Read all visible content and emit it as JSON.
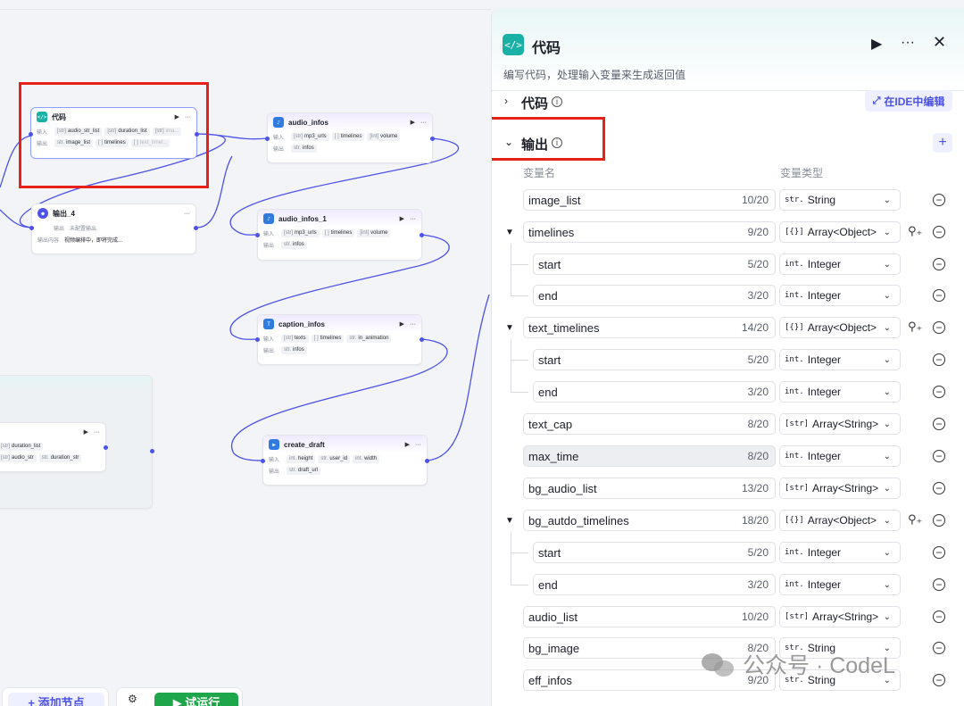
{
  "canvas": {
    "nodes": {
      "code": {
        "title": "代码",
        "in_label": "输入",
        "out_label": "输出",
        "inputs": [
          {
            "t": "[str]",
            "n": "audio_str_list"
          },
          {
            "t": "[str]",
            "n": "duration_list"
          },
          {
            "t": "[str]",
            "n": "ima..."
          }
        ],
        "outputs": [
          {
            "t": "str.",
            "n": "image_list"
          },
          {
            "t": "[ ]",
            "n": "timelines"
          },
          {
            "t": "[ ]",
            "n": "text_timel..."
          }
        ]
      },
      "output4": {
        "title": "输出_4",
        "var_label": "输出",
        "var_value": "未配置输出",
        "content_label": "输出内容",
        "content_value": "视频编排中，即将完成..."
      },
      "audio_infos": {
        "title": "audio_infos",
        "in_label": "输入",
        "out_label": "输出",
        "inputs": [
          {
            "t": "[str]",
            "n": "mp3_urls"
          },
          {
            "t": "[ ]",
            "n": "timelines"
          },
          {
            "t": "[int]",
            "n": "volume"
          }
        ],
        "outputs": [
          {
            "t": "str.",
            "n": "infos"
          }
        ]
      },
      "audio_infos_1": {
        "title": "audio_infos_1",
        "in_label": "输入",
        "out_label": "输出",
        "inputs": [
          {
            "t": "[str]",
            "n": "mp3_urls"
          },
          {
            "t": "[ ]",
            "n": "timelines"
          },
          {
            "t": "[int]",
            "n": "volume"
          }
        ],
        "outputs": [
          {
            "t": "str.",
            "n": "infos"
          }
        ]
      },
      "caption_infos": {
        "title": "caption_infos",
        "in_label": "输入",
        "out_label": "输出",
        "inputs": [
          {
            "t": "[str]",
            "n": "texts"
          },
          {
            "t": "[ ]",
            "n": "timelines"
          },
          {
            "t": "str.",
            "n": "in_animation"
          }
        ],
        "outputs": [
          {
            "t": "str.",
            "n": "infos"
          }
        ]
      },
      "create_draft": {
        "title": "create_draft",
        "in_label": "输入",
        "out_label": "输出",
        "inputs": [
          {
            "t": "int.",
            "n": "height"
          },
          {
            "t": "str.",
            "n": "user_id"
          },
          {
            "t": "int.",
            "n": "width"
          }
        ],
        "outputs": [
          {
            "t": "str.",
            "n": "draft_url"
          }
        ]
      },
      "loop_inner": {
        "row1": {
          "t": "[str]",
          "n": "duration_list"
        },
        "row2a": {
          "t": "[str]",
          "n": "audio_str"
        },
        "row2b": {
          "t": "str.",
          "n": "duration_str"
        }
      }
    },
    "toolbar": {
      "add_node_label": "+ 添加节点",
      "run_label": "▶ 试运行"
    }
  },
  "panel": {
    "title": "代码",
    "description": "编写代码，处理输入变量来生成返回值",
    "code_section": "代码",
    "ide_button": "在IDE中编辑",
    "output_section": "输出",
    "col_name": "变量名",
    "col_type": "变量类型",
    "rows": [
      {
        "name": "image_list",
        "count": "10/20",
        "type": "String",
        "ti": "str."
      },
      {
        "name": "timelines",
        "count": "9/20",
        "type": "Array<Object>",
        "ti": "[{}]"
      },
      {
        "name": "start",
        "count": "5/20",
        "type": "Integer",
        "ti": "int."
      },
      {
        "name": "end",
        "count": "3/20",
        "type": "Integer",
        "ti": "int."
      },
      {
        "name": "text_timelines",
        "count": "14/20",
        "type": "Array<Object>",
        "ti": "[{}]"
      },
      {
        "name": "start",
        "count": "5/20",
        "type": "Integer",
        "ti": "int."
      },
      {
        "name": "end",
        "count": "3/20",
        "type": "Integer",
        "ti": "int."
      },
      {
        "name": "text_cap",
        "count": "8/20",
        "type": "Array<String>",
        "ti": "[str]"
      },
      {
        "name": "max_time",
        "count": "8/20",
        "type": "Integer",
        "ti": "int."
      },
      {
        "name": "bg_audio_list",
        "count": "13/20",
        "type": "Array<String>",
        "ti": "[str]"
      },
      {
        "name": "bg_autdo_timelines",
        "count": "18/20",
        "type": "Array<Object>",
        "ti": "[{}]"
      },
      {
        "name": "start",
        "count": "5/20",
        "type": "Integer",
        "ti": "int."
      },
      {
        "name": "end",
        "count": "3/20",
        "type": "Integer",
        "ti": "int."
      },
      {
        "name": "audio_list",
        "count": "10/20",
        "type": "Array<String>",
        "ti": "[str]"
      },
      {
        "name": "bg_image",
        "count": "8/20",
        "type": "String",
        "ti": "str."
      },
      {
        "name": "eff_infos",
        "count": "9/20",
        "type": "String",
        "ti": "str."
      }
    ]
  },
  "watermark": "公众号 · CodeL",
  "colors": {
    "accent": "#4d53e8",
    "code_icon": "#19b0a5",
    "highlight": "#e8201a"
  }
}
